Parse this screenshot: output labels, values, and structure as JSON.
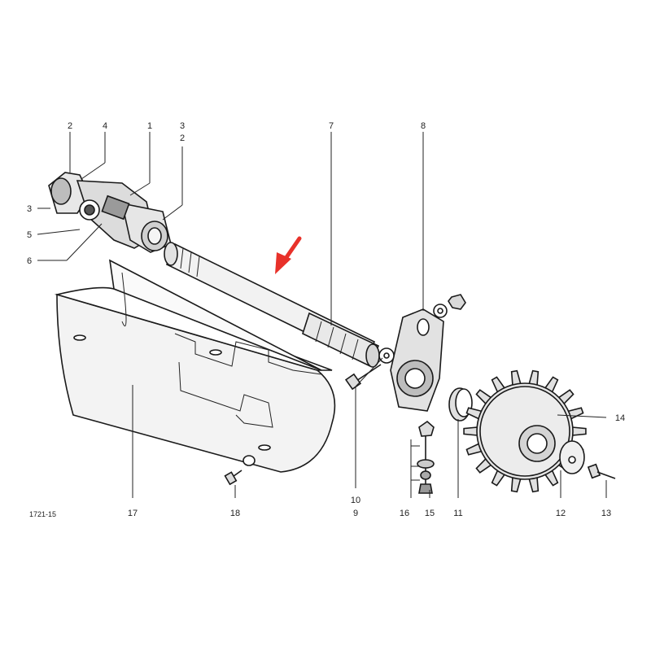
{
  "figure_code": "1721-15",
  "arrow_color": "#e8312a",
  "labels": {
    "l2a": "2",
    "l4": "4",
    "l1": "1",
    "l3a": "3",
    "l2b": "2",
    "l3b": "3",
    "l5": "5",
    "l6": "6",
    "l7": "7",
    "l8": "8",
    "l14": "14",
    "l10": "10",
    "l9": "9",
    "l16": "16",
    "l15": "15",
    "l11": "11",
    "l12": "12",
    "l13": "13",
    "l17": "17",
    "l18": "18"
  }
}
